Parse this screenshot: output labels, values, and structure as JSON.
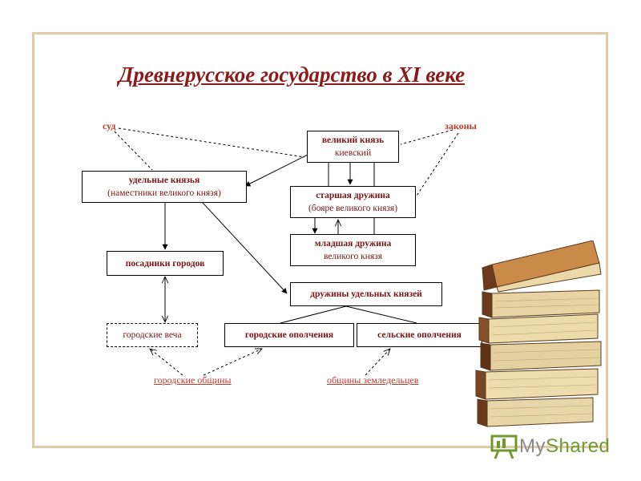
{
  "title": "Древнерусское государство в XI веке",
  "labels": {
    "court": "суд",
    "laws": "законы"
  },
  "nodes": {
    "grand_prince": {
      "line1": "великий князь",
      "line2": "киевский"
    },
    "senior_druzhina": {
      "line1": "старшая дружина",
      "line2": "(бояре великого князя)"
    },
    "junior_druzhina": {
      "line1": "младшая дружина",
      "line2": "великого князя"
    },
    "appanage_princes": {
      "line1": "удельные князья",
      "line2": "(наместники великого князя)"
    },
    "city_governors": {
      "line1": "посадники городов"
    },
    "appanage_druzhinas": {
      "line1": "дружины удельных князей"
    },
    "city_veche": {
      "line1": "городские веча"
    },
    "city_militia": {
      "line1": "городские ополчения"
    },
    "rural_militia": {
      "line1": "сельские ополчения"
    }
  },
  "communities": {
    "urban": "городские общины",
    "farmers": "общины земледельцев"
  },
  "logo": {
    "part1": "My",
    "part2": "Shared"
  },
  "colors": {
    "title": "#8b1a1a",
    "accent": "#c0392b",
    "frame": "#e3c9a6",
    "logo_green": "#6f9a2e"
  }
}
